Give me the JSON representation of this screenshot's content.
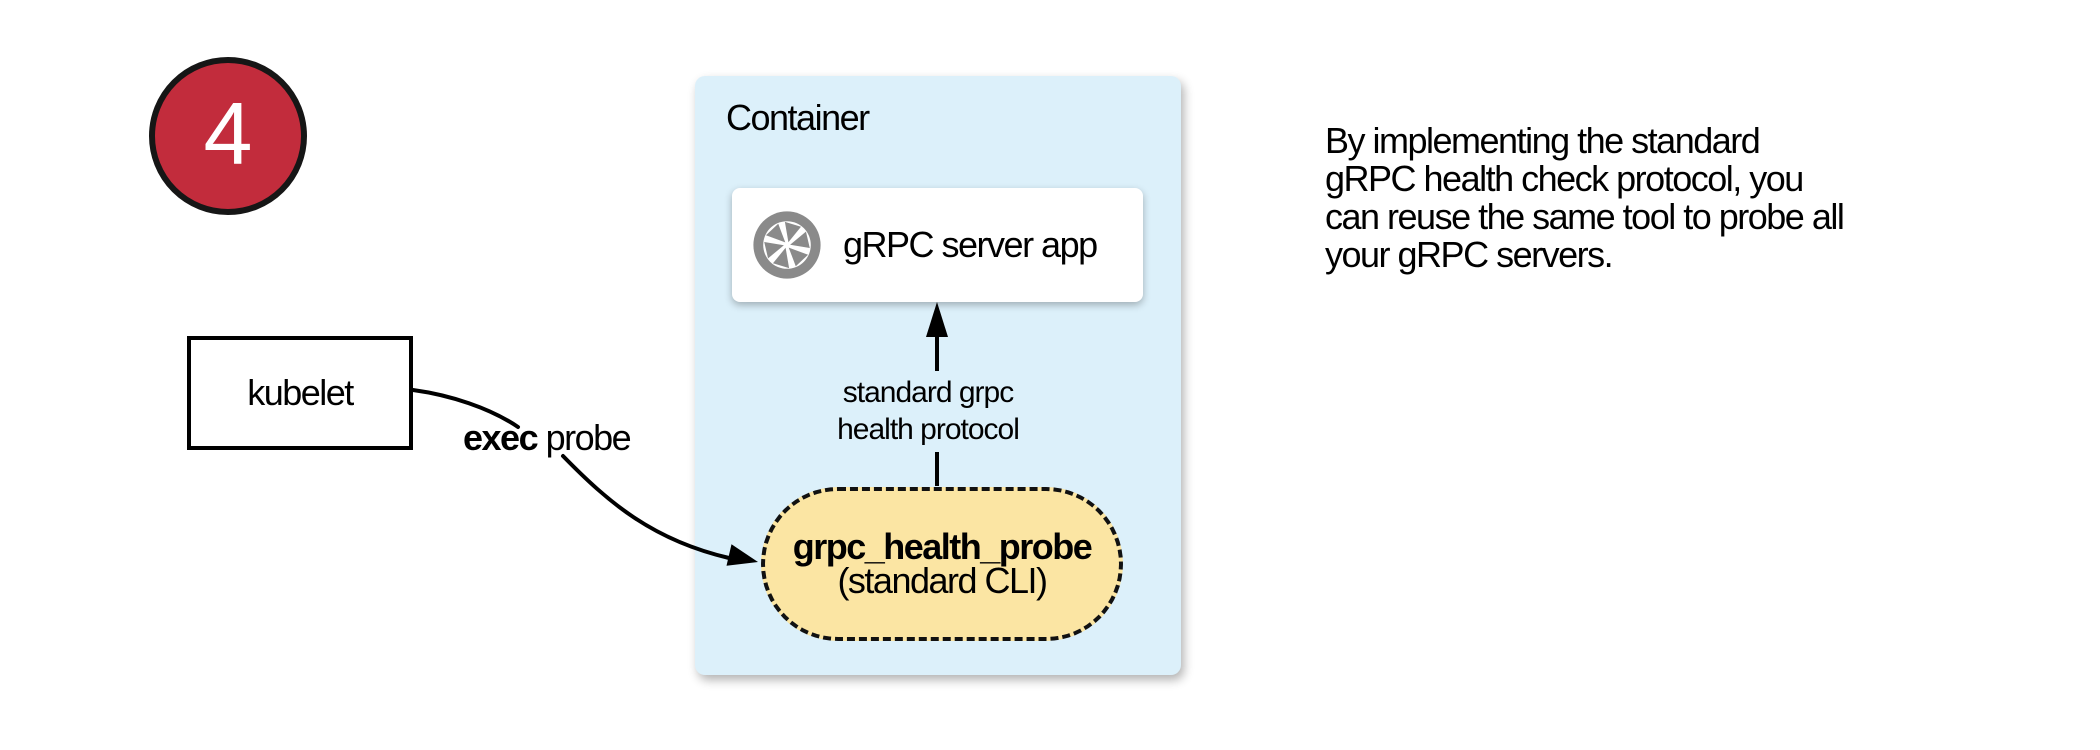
{
  "badge": {
    "number": "4"
  },
  "kubelet": {
    "label": "kubelet"
  },
  "exec_probe": {
    "bold": "exec",
    "rest": " probe"
  },
  "container": {
    "title": "Container",
    "server_box": {
      "label": "gRPC server app",
      "icon": "aperture-icon"
    },
    "protocol_arrow": {
      "line1": "standard grpc",
      "line2": "health protocol"
    },
    "probe_pill": {
      "name": "grpc_health_probe",
      "subtitle": "(standard CLI)"
    }
  },
  "note": {
    "lines": [
      "By implementing the standard",
      "gRPC health check protocol, you",
      "can reuse the same tool to probe all",
      "your gRPC servers."
    ]
  },
  "colors": {
    "badge_red": "#C22C3C",
    "container_blue": "#DCF0FA",
    "pill_yellow": "#FBE5A3",
    "icon_gray": "#8A8A8A",
    "line_black": "#000000"
  }
}
